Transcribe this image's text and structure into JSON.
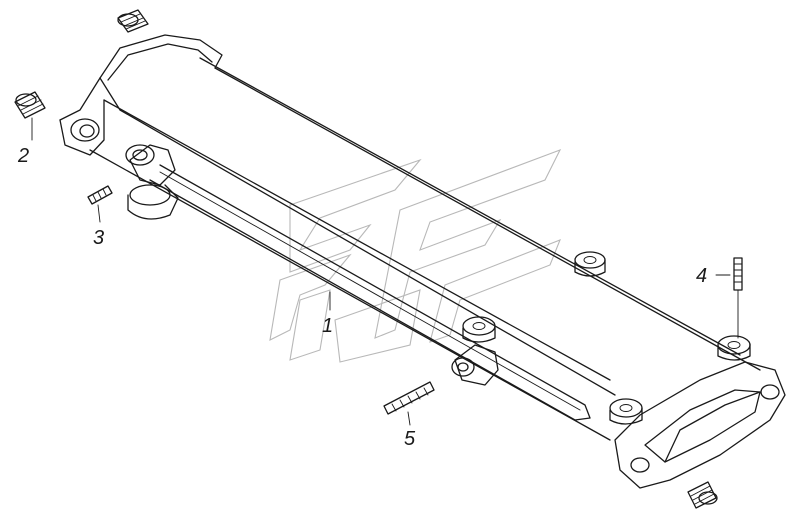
{
  "diagram": {
    "callouts": [
      {
        "id": "1",
        "text": "1"
      },
      {
        "id": "2",
        "text": "2"
      },
      {
        "id": "3",
        "text": "3"
      },
      {
        "id": "4",
        "text": "4"
      },
      {
        "id": "5",
        "text": "5"
      }
    ],
    "colors": {
      "line": "#1a1a1a",
      "watermark": "#b8b8b8",
      "background": "#ffffff"
    }
  }
}
